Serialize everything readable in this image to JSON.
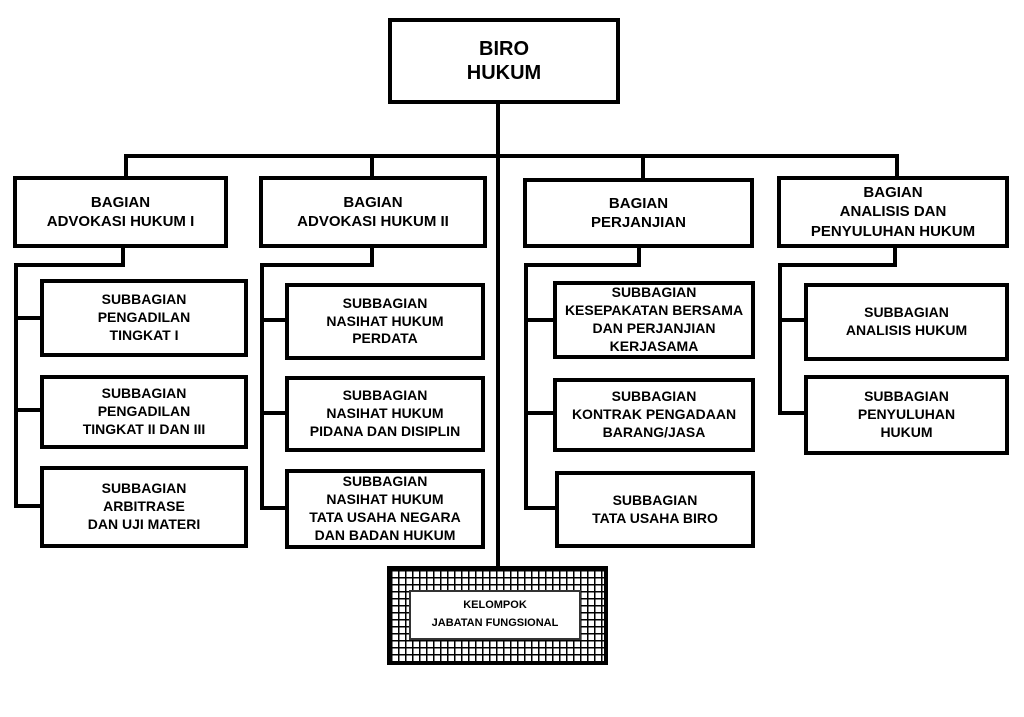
{
  "root": {
    "label": "BIRO\nHUKUM"
  },
  "departments": [
    {
      "label": "BAGIAN\nADVOKASI HUKUM I",
      "subunits": [
        "SUBBAGIAN\nPENGADILAN\nTINGKAT I",
        "SUBBAGIAN\nPENGADILAN\nTINGKAT II DAN III",
        "SUBBAGIAN\nARBITRASE\nDAN UJI MATERI"
      ]
    },
    {
      "label": "BAGIAN\nADVOKASI HUKUM  II",
      "subunits": [
        "SUBBAGIAN\nNASIHAT HUKUM\nPERDATA",
        "SUBBAGIAN\nNASIHAT HUKUM\nPIDANA DAN DISIPLIN",
        "SUBBAGIAN\nNASIHAT HUKUM\nTATA USAHA NEGARA\nDAN BADAN HUKUM"
      ]
    },
    {
      "label": "BAGIAN\nPERJANJIAN",
      "subunits": [
        "SUBBAGIAN\nKESEPAKATAN BERSAMA\nDAN PERJANJIAN\nKERJASAMA",
        "SUBBAGIAN\nKONTRAK PENGADAAN\nBARANG/JASA",
        "SUBBAGIAN\nTATA USAHA BIRO"
      ]
    },
    {
      "label": "BAGIAN\nANALISIS DAN\nPENYULUHAN HUKUM",
      "subunits": [
        "SUBBAGIAN\nANALISIS HUKUM",
        "SUBBAGIAN\nPENYULUHAN\nHUKUM"
      ]
    }
  ],
  "functional_group": {
    "label": "KELOMPOK\nJABATAN FUNGSIONAL"
  }
}
